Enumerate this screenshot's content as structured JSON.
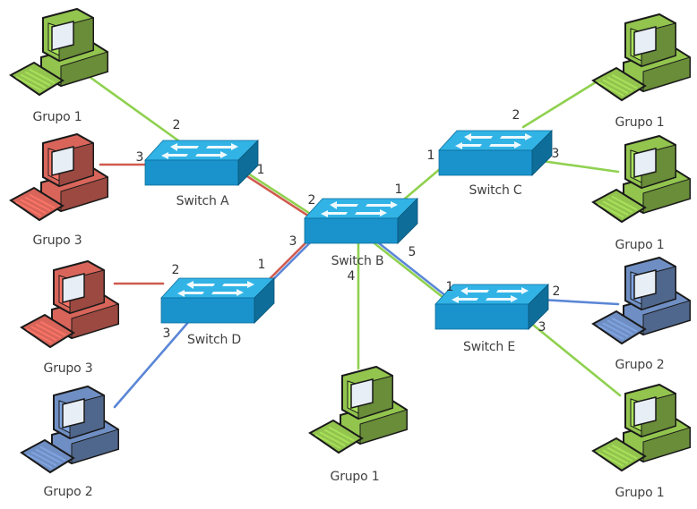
{
  "title": "Network topology with 5 switches and grouped PCs",
  "colors": {
    "grupo1": "#92c44e",
    "grupo2": "#6f8fc4",
    "grupo3": "#d9655a",
    "switch_top": "#32b3e6",
    "switch_front": "#1a93cc",
    "switch_side": "#0e6e99",
    "link_grupo1": "#8fd14f",
    "link_grupo2": "#5b86d6",
    "link_grupo3": "#cf5a4e"
  },
  "switches": [
    {
      "id": "A",
      "label": "Switch A"
    },
    {
      "id": "B",
      "label": "Switch B"
    },
    {
      "id": "C",
      "label": "Switch C"
    },
    {
      "id": "D",
      "label": "Switch D"
    },
    {
      "id": "E",
      "label": "Switch E"
    }
  ],
  "pcs": [
    {
      "id": "pc1",
      "group": "grupo1",
      "label": "Grupo 1"
    },
    {
      "id": "pc2",
      "group": "grupo3",
      "label": "Grupo 3"
    },
    {
      "id": "pc3",
      "group": "grupo3",
      "label": "Grupo 3"
    },
    {
      "id": "pc4",
      "group": "grupo2",
      "label": "Grupo 2"
    },
    {
      "id": "pc5",
      "group": "grupo1",
      "label": "Grupo 1"
    },
    {
      "id": "pc6",
      "group": "grupo1",
      "label": "Grupo 1"
    },
    {
      "id": "pc7",
      "group": "grupo1",
      "label": "Grupo 1"
    },
    {
      "id": "pc8",
      "group": "grupo2",
      "label": "Grupo 2"
    },
    {
      "id": "pc9",
      "group": "grupo1",
      "label": "Grupo 1"
    }
  ],
  "links": [
    {
      "from": "pc1",
      "to": "A",
      "port": "2",
      "vlans": [
        "grupo1"
      ]
    },
    {
      "from": "pc2",
      "to": "A",
      "port": "3",
      "vlans": [
        "grupo3"
      ]
    },
    {
      "from": "A",
      "from_port": "1",
      "to": "B",
      "port": "2",
      "vlans": [
        "grupo1",
        "grupo3"
      ]
    },
    {
      "from": "B",
      "from_port": "1",
      "to": "C",
      "port": "1",
      "vlans": [
        "grupo1"
      ]
    },
    {
      "from": "pc5",
      "to": "C",
      "port": "2",
      "vlans": [
        "grupo1"
      ]
    },
    {
      "from": "pc6",
      "to": "C",
      "port": "3",
      "vlans": [
        "grupo1"
      ]
    },
    {
      "from": "pc3",
      "to": "D",
      "port": "2",
      "vlans": [
        "grupo3"
      ]
    },
    {
      "from": "pc4",
      "to": "D",
      "port": "3",
      "vlans": [
        "grupo2"
      ]
    },
    {
      "from": "D",
      "from_port": "1",
      "to": "B",
      "port": "3",
      "vlans": [
        "grupo3",
        "grupo2"
      ]
    },
    {
      "from": "pc7",
      "to": "B",
      "port": "4",
      "vlans": [
        "grupo1"
      ]
    },
    {
      "from": "B",
      "from_port": "5",
      "to": "E",
      "port": "1",
      "vlans": [
        "grupo2",
        "grupo1"
      ]
    },
    {
      "from": "pc8",
      "to": "E",
      "port": "2",
      "vlans": [
        "grupo2"
      ]
    },
    {
      "from": "pc9",
      "to": "E",
      "port": "3",
      "vlans": [
        "grupo1"
      ]
    }
  ],
  "port_labels": [
    {
      "id": "A-2",
      "text": "2"
    },
    {
      "id": "A-3",
      "text": "3"
    },
    {
      "id": "A-1",
      "text": "1"
    },
    {
      "id": "B-2",
      "text": "2"
    },
    {
      "id": "B-1",
      "text": "1"
    },
    {
      "id": "B-3",
      "text": "3"
    },
    {
      "id": "B-4",
      "text": "4"
    },
    {
      "id": "B-5",
      "text": "5"
    },
    {
      "id": "C-1",
      "text": "1"
    },
    {
      "id": "C-2",
      "text": "2"
    },
    {
      "id": "C-3",
      "text": "3"
    },
    {
      "id": "D-2",
      "text": "2"
    },
    {
      "id": "D-1",
      "text": "1"
    },
    {
      "id": "D-3",
      "text": "3"
    },
    {
      "id": "E-1",
      "text": "1"
    },
    {
      "id": "E-2",
      "text": "2"
    },
    {
      "id": "E-3",
      "text": "3"
    }
  ]
}
